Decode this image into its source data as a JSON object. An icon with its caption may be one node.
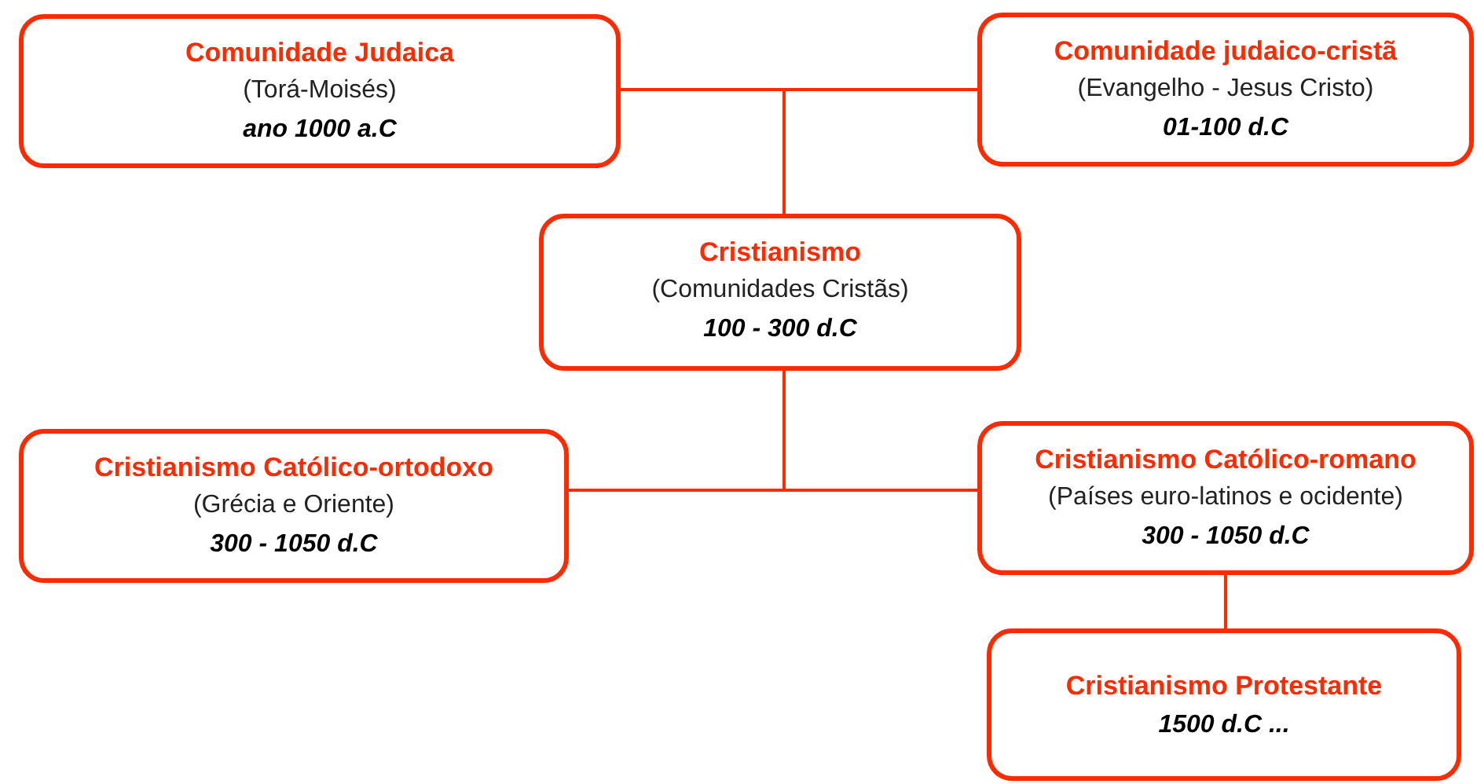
{
  "diagram": {
    "nodes": [
      {
        "text": [
          "Comunidade Judaica",
          "(Torá-Moisés)",
          "ano 1000 a.C"
        ]
      },
      {
        "text": [
          "Comunidade judaico-cristã",
          "(Evangelho - Jesus Cristo)",
          "01-100 d.C"
        ]
      },
      {
        "text": [
          "Cristianismo",
          "(Comunidades Cristãs)",
          "100 - 300 d.C"
        ]
      },
      {
        "text": [
          "Cristianismo Católico-ortodoxo",
          "(Grécia e Oriente)",
          "300 - 1050 d.C"
        ]
      },
      {
        "text": [
          "Cristianismo Católico-romano",
          "(Países euro-latinos e ocidente)",
          "300 - 1050 d.C"
        ]
      },
      {
        "text": [
          "Cristianismo Protestante",
          "1500 d.C ..."
        ]
      }
    ],
    "edges": [
      {
        "from": 0,
        "to": 2,
        "arrow": "none"
      },
      {
        "from": 1,
        "to": 2,
        "arrow": "none"
      },
      {
        "from": 2,
        "to": 3,
        "arrow": "none"
      },
      {
        "from": 2,
        "to": 4,
        "arrow": "none"
      },
      {
        "from": 4,
        "to": 5,
        "arrow": "none"
      }
    ]
  }
}
